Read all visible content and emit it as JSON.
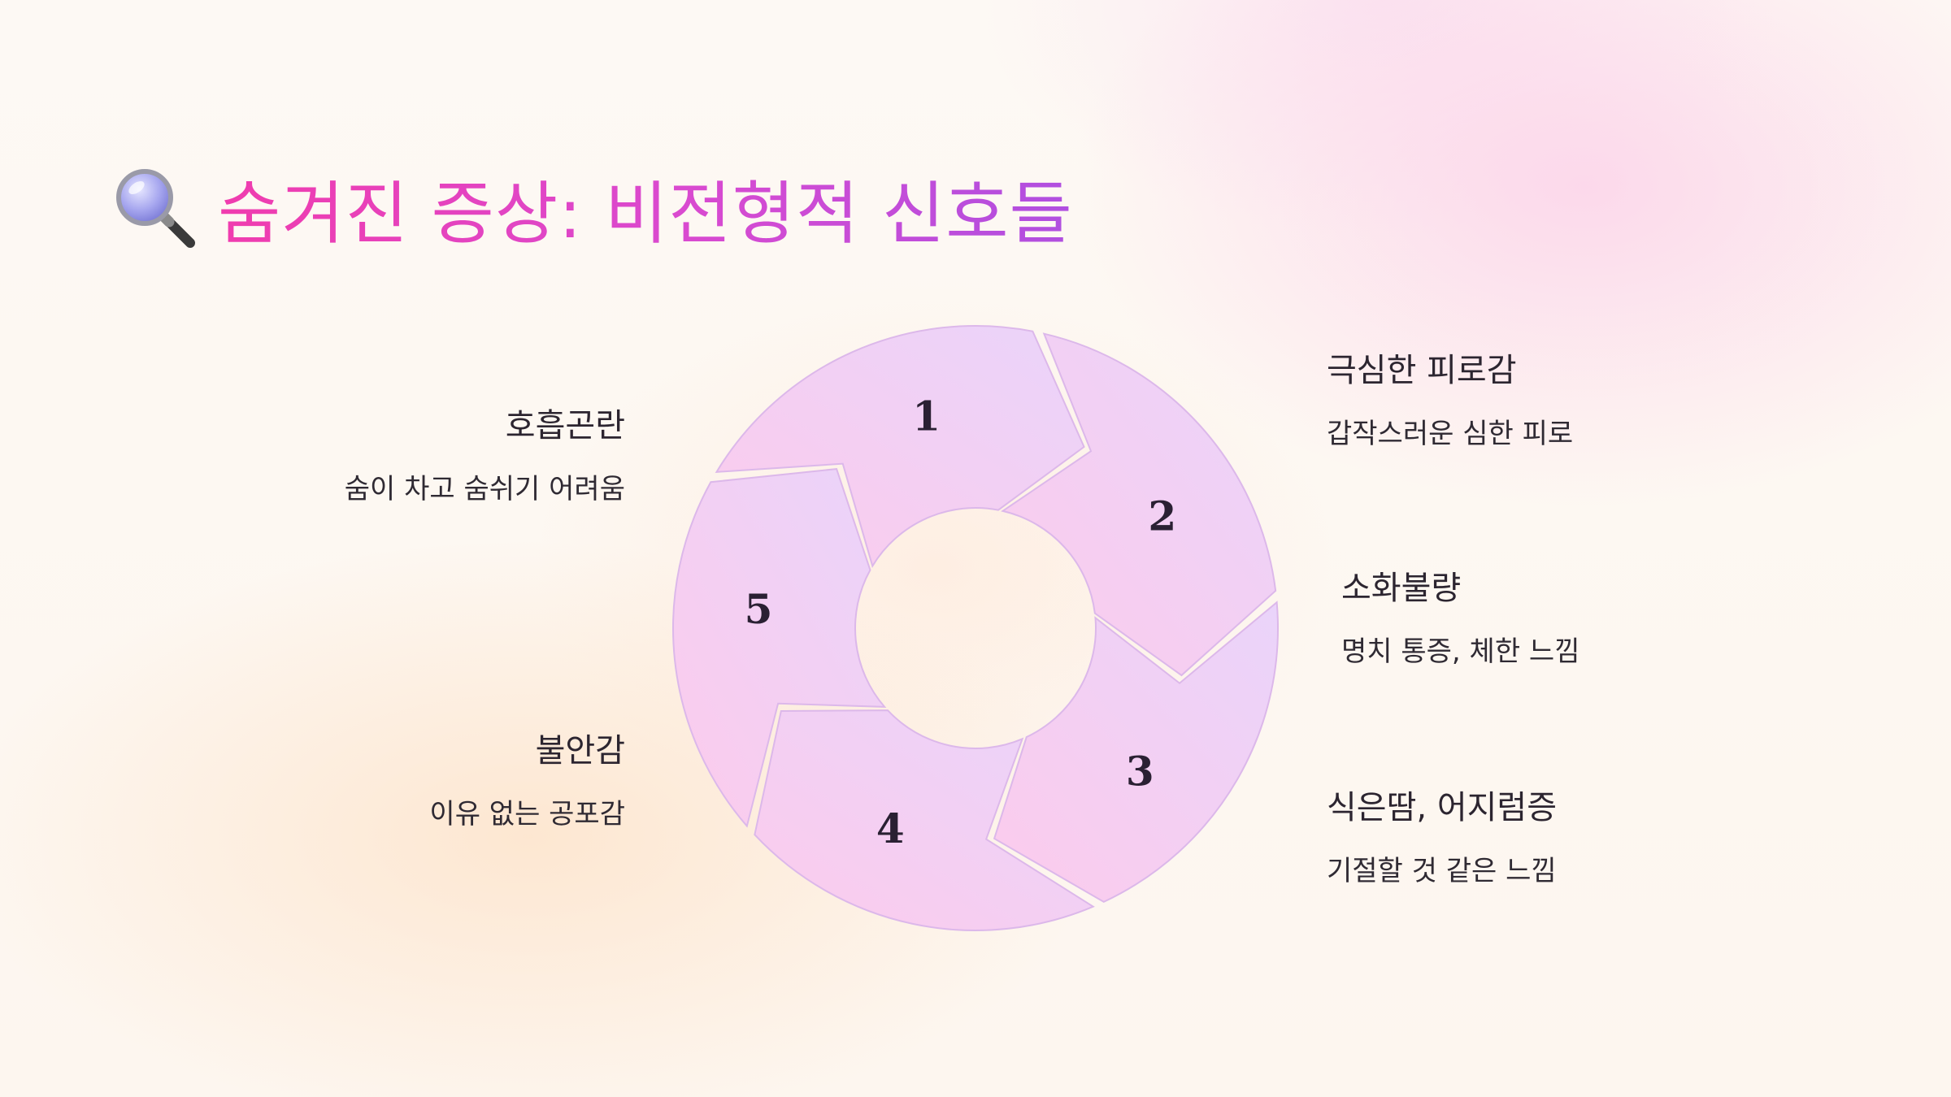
{
  "title": {
    "icon": "magnifying-glass-icon",
    "text": "숨겨진 증상: 비전형적 신호들"
  },
  "diagram": {
    "type": "cycle",
    "segments": [
      {
        "number": "1",
        "title": "호흡곤란",
        "description": "숨이 차고 숨쉬기 어려움"
      },
      {
        "number": "2",
        "title": "극심한 피로감",
        "description": "갑작스러운 심한 피로"
      },
      {
        "number": "3",
        "title": "소화불량",
        "description": "명치 통증, 체한 느낌"
      },
      {
        "number": "4",
        "title": "식은땀, 어지럼증",
        "description": "기절할 것 같은 느낌"
      },
      {
        "number": "5",
        "title": "불안감",
        "description": "이유 없는 공포감"
      }
    ],
    "colors": {
      "segment_pink": "#fccbec",
      "segment_lavender": "#ead4fa",
      "segment_stroke": "#dcb8ea",
      "gap": "#fbf0e6"
    }
  }
}
